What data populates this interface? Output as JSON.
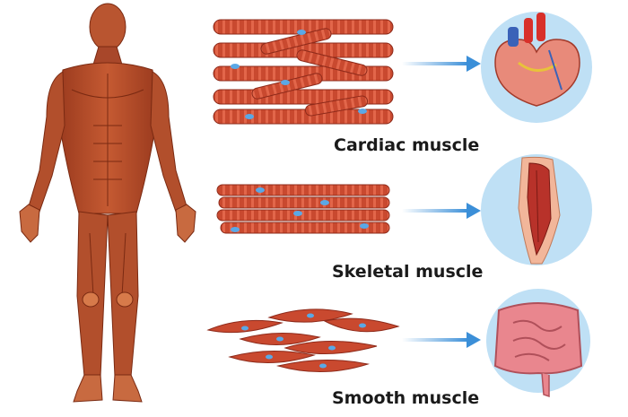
{
  "labels": {
    "cardiac": "Cardiac muscle",
    "skeletal": "Skeletal muscle",
    "smooth": "Smooth muscle"
  },
  "colors": {
    "muscle": "#c2452f",
    "muscle_dark": "#8e2a1a",
    "muscle_light": "#e06a4e",
    "skin": "#d88a5a",
    "nucleus": "#5aa8e6",
    "arrow": "#3b8fd8",
    "circle": "#bfe0f5",
    "text": "#1a1a1a"
  },
  "icons": [
    "human-muscle-figure",
    "heart-icon",
    "leg-muscle-icon",
    "intestine-icon"
  ]
}
